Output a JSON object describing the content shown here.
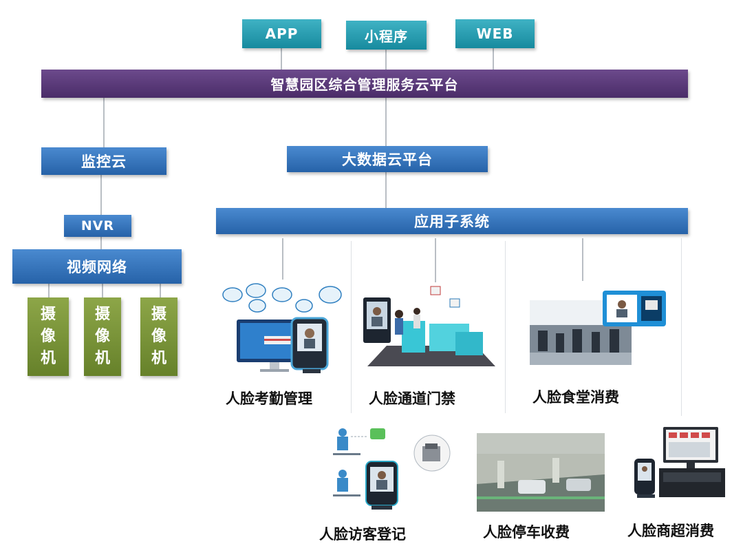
{
  "top_nodes": {
    "app": "APP",
    "mini": "小程序",
    "web": "WEB"
  },
  "platform": "智慧园区综合管理服务云平台",
  "monitor_cloud": "监控云",
  "nvr": "NVR",
  "video_network": "视频网络",
  "cameras": [
    [
      "摄",
      "像",
      "机"
    ],
    [
      "摄",
      "像",
      "机"
    ],
    [
      "摄",
      "像",
      "机"
    ]
  ],
  "bigdata": "大数据云平台",
  "app_subsystem": "应用子系统",
  "subsystems": {
    "attendance": "人脸考勤管理",
    "access": "人脸通道门禁",
    "canteen": "人脸食堂消费",
    "visitor": "人脸访客登记",
    "parking": "人脸停车收费",
    "mall": "人脸商超消费"
  },
  "colors": {
    "teal": "#2a9fb2",
    "purple": "#5a3a7a",
    "blue": "#2f72bd",
    "green": "#7a9638"
  }
}
